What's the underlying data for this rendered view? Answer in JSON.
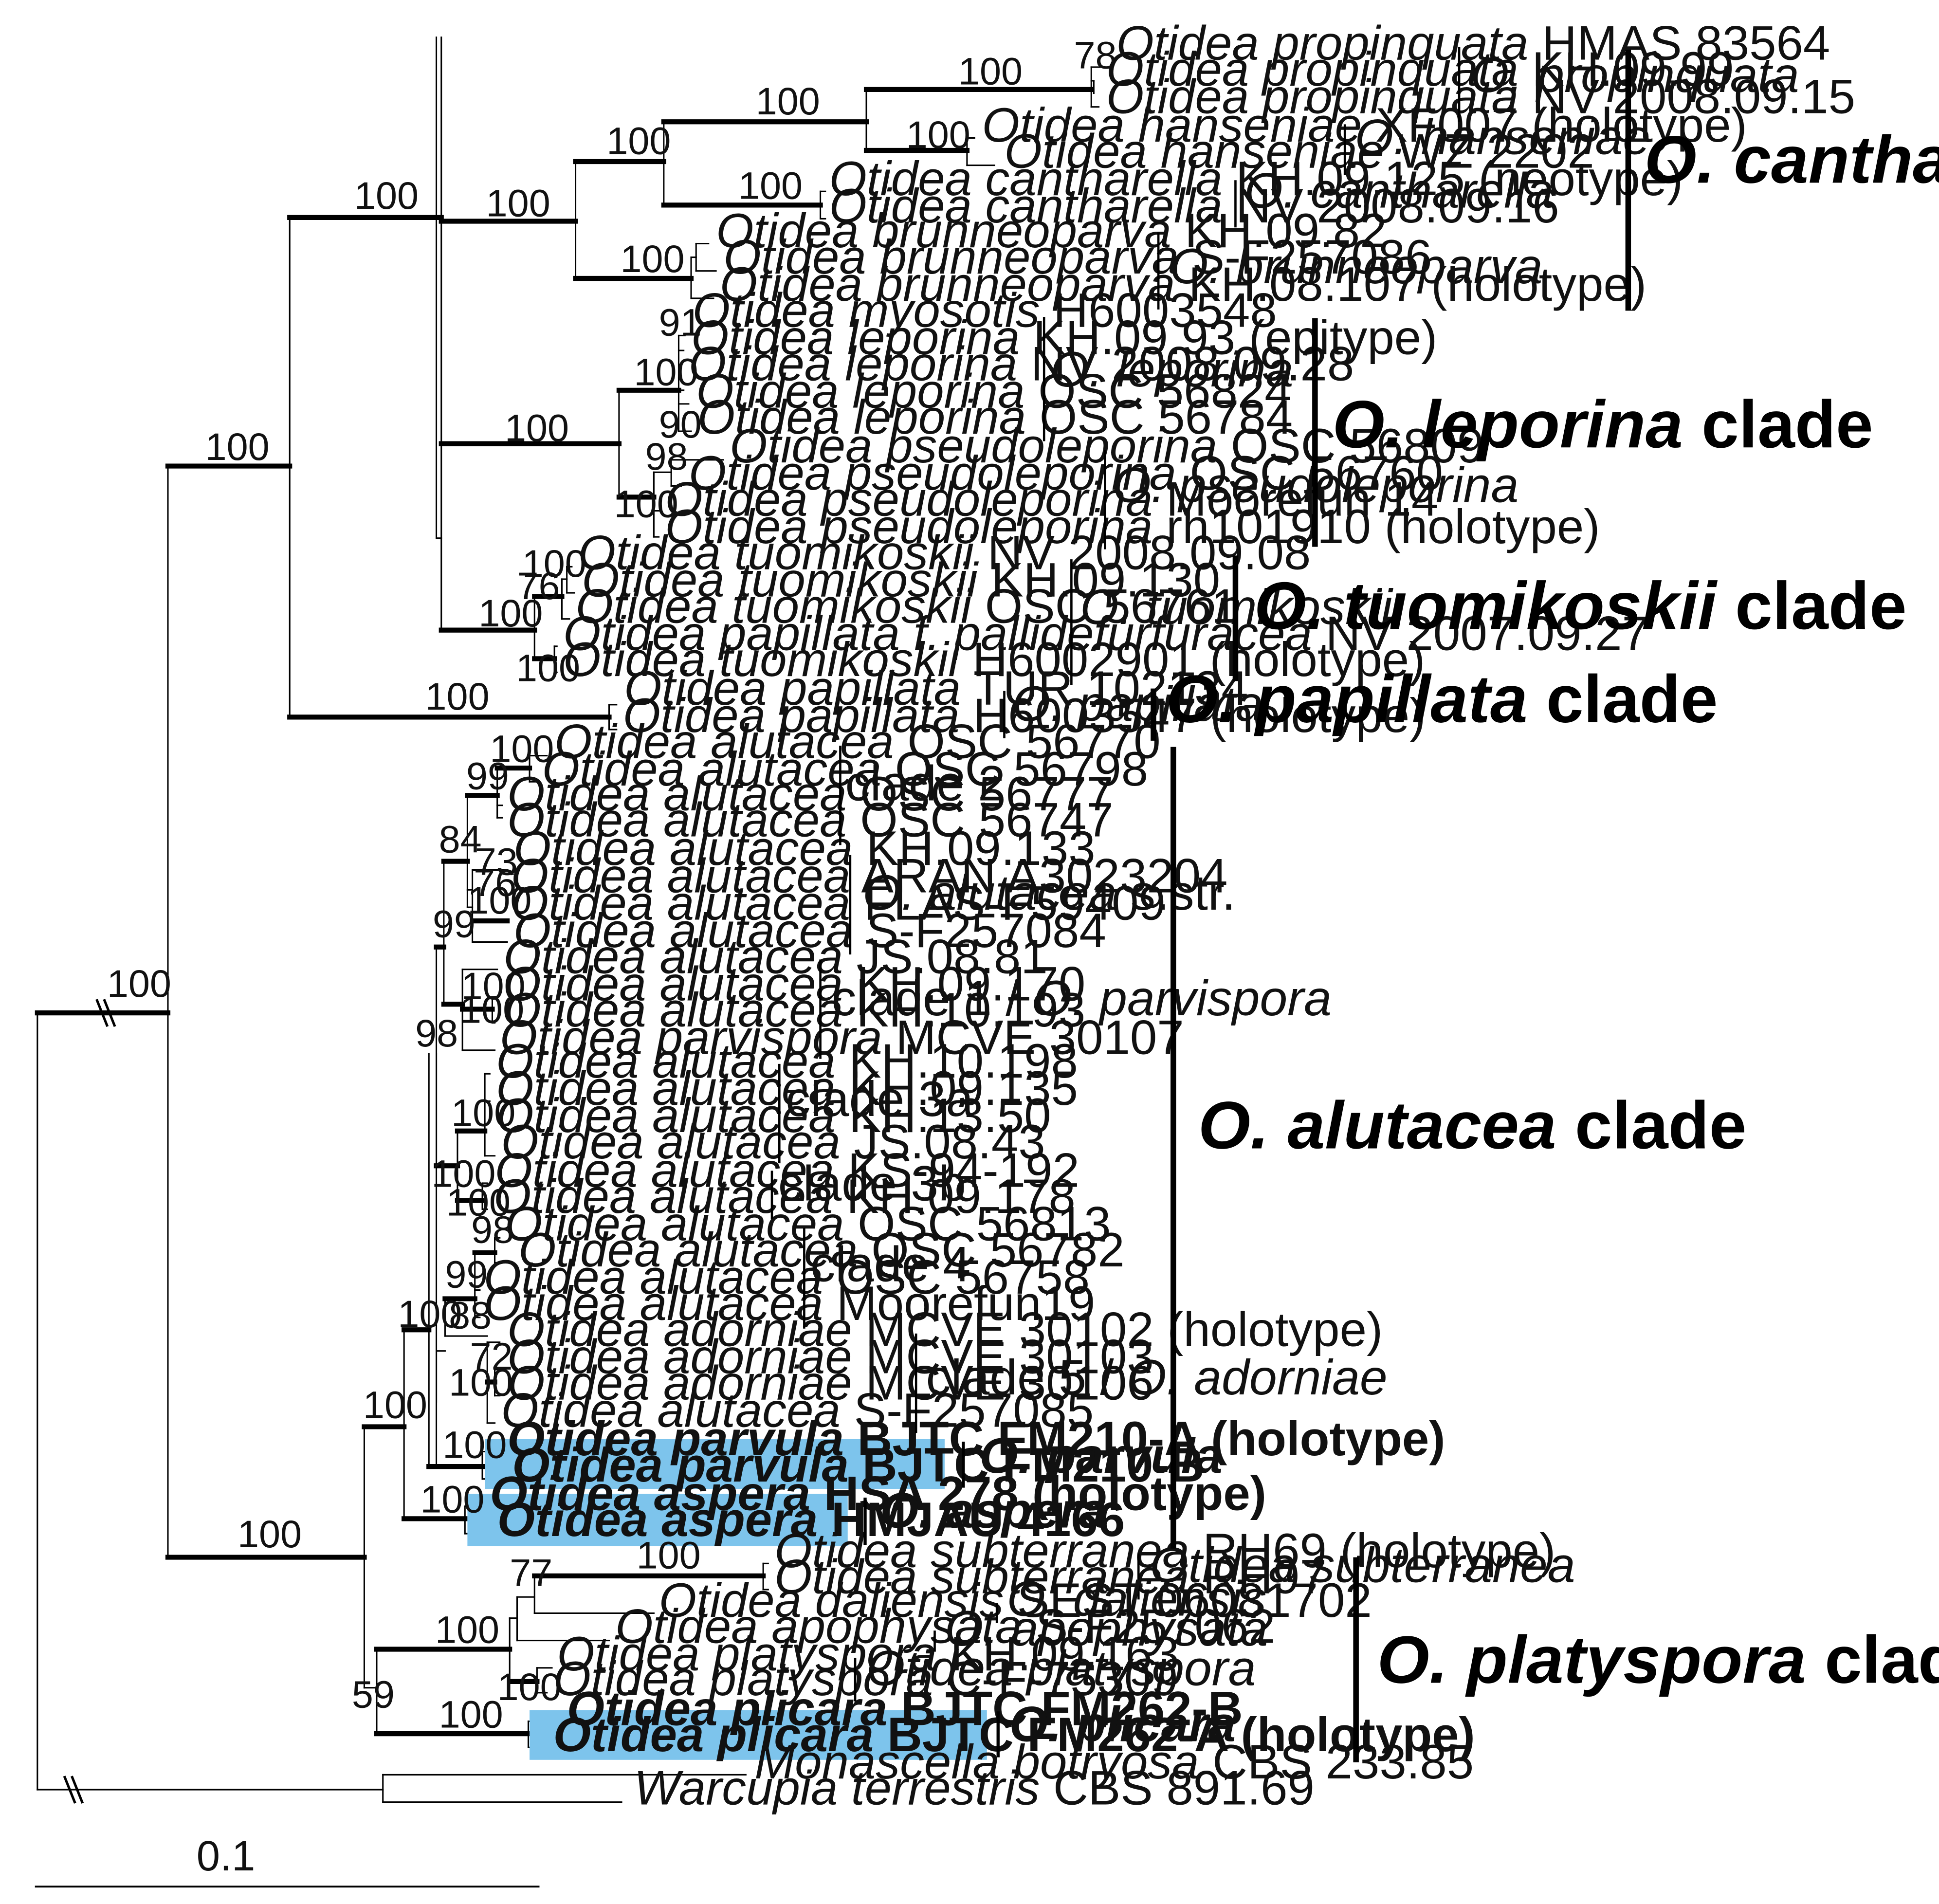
{
  "highlight_color": "#7dc4ec",
  "taxa": [
    {
      "id": "t1",
      "genus": "Otidea",
      "epithet": "propinquata",
      "rest": "HMAS 83564"
    },
    {
      "id": "t2",
      "genus": "Otidea",
      "epithet": "propinquata",
      "rest": "KH.09.99"
    },
    {
      "id": "t3",
      "genus": "Otidea",
      "epithet": "propinquata",
      "rest": "NV 2008.09.15"
    },
    {
      "id": "t4",
      "genus": "Otidea",
      "epithet": "hanseniae",
      "rest": "XF007 (holotype)"
    },
    {
      "id": "t5",
      "genus": "Otidea",
      "epithet": "hanseniae",
      "rest": "WZ 2202"
    },
    {
      "id": "t6",
      "genus": "Otidea",
      "epithet": "cantharella",
      "rest": "KH.09.125 (neotype)"
    },
    {
      "id": "t7",
      "genus": "Otidea",
      "epithet": "cantharella",
      "rest": "NV 2008.09.16"
    },
    {
      "id": "t8",
      "genus": "Otidea",
      "epithet": "brunneoparva",
      "rest": "KH.09.82"
    },
    {
      "id": "t9",
      "genus": "Otidea",
      "epithet": "brunneoparva",
      "rest": "S-F257086"
    },
    {
      "id": "t10",
      "genus": "Otidea",
      "epithet": "brunneoparva",
      "rest": "KH.08.107 (holotype)"
    },
    {
      "id": "t11",
      "genus": "Otidea",
      "epithet": "myosotis",
      "rest": "H6003548"
    },
    {
      "id": "t12",
      "genus": "Otidea",
      "epithet": "leporina",
      "rest": "KH.09.93 (epitype)"
    },
    {
      "id": "t13",
      "genus": "Otidea",
      "epithet": "leporina",
      "rest": "NV 2008.09.28"
    },
    {
      "id": "t14",
      "genus": "Otidea",
      "epithet": "leporina",
      "rest": "OSC 56824"
    },
    {
      "id": "t15",
      "genus": "Otidea",
      "epithet": "leporina",
      "rest": "OSC 56784"
    },
    {
      "id": "t16",
      "genus": "Otidea",
      "epithet": "pseudoleporina",
      "rest": "OSC 56809"
    },
    {
      "id": "t17",
      "genus": "Otidea",
      "epithet": "pseudoleporina",
      "rest": "OSC 56760"
    },
    {
      "id": "t18",
      "genus": "Otidea",
      "epithet": "pseudoleporina",
      "rest": "Moorefun 14"
    },
    {
      "id": "t19",
      "genus": "Otidea",
      "epithet": "pseudoleporina",
      "rest": "rh101910 (holotype)"
    },
    {
      "id": "t20",
      "genus": "Otidea",
      "epithet": "tuomikoskii",
      "rest": "NV 2008.09.08"
    },
    {
      "id": "t21",
      "genus": "Otidea",
      "epithet": "tuomikoskii",
      "rest": "KH.09.130"
    },
    {
      "id": "t22",
      "genus": "Otidea",
      "epithet": "tuomikoskii",
      "rest": "OSC 56761"
    },
    {
      "id": "t23",
      "genus": "Otidea",
      "epithet": "papillata f. pallidefurfuracea",
      "rest": "NV 2007.09.27"
    },
    {
      "id": "t24",
      "genus": "Otidea",
      "epithet": "tuomikoskii",
      "rest": "H6002901 (holotype)"
    },
    {
      "id": "t25",
      "genus": "Otidea",
      "epithet": "papillata",
      "rest": "TUR 102134"
    },
    {
      "id": "t26",
      "genus": "Otidea",
      "epithet": "papillata",
      "rest": "H6003547 (holotype)"
    },
    {
      "id": "t27",
      "genus": "Otidea",
      "epithet": "alutacea",
      "rest": "OSC 56770"
    },
    {
      "id": "t28",
      "genus": "Otidea",
      "epithet": "alutacea",
      "rest": "OSC 56798"
    },
    {
      "id": "t29",
      "genus": "Otidea",
      "epithet": "alutacea",
      "rest": "OSC 56777"
    },
    {
      "id": "t30",
      "genus": "Otidea",
      "epithet": "alutacea",
      "rest": "OSC 56747"
    },
    {
      "id": "t31",
      "genus": "Otidea",
      "epithet": "alutacea",
      "rest": "KH.09.133"
    },
    {
      "id": "t32",
      "genus": "Otidea",
      "epithet": "alutacea",
      "rest": "ARAN A3023204"
    },
    {
      "id": "t33",
      "genus": "Otidea",
      "epithet": "alutacea",
      "rest": "FLAS-F59409"
    },
    {
      "id": "t34",
      "genus": "Otidea",
      "epithet": "alutacea",
      "rest": "S-F257084"
    },
    {
      "id": "t35",
      "genus": "Otidea",
      "epithet": "alutacea",
      "rest": "JS.08.81"
    },
    {
      "id": "t36",
      "genus": "Otidea",
      "epithet": "alutacea",
      "rest": "KH.09.170"
    },
    {
      "id": "t37",
      "genus": "Otidea",
      "epithet": "alutacea",
      "rest": "KH.10.193"
    },
    {
      "id": "t38",
      "genus": "Otidea",
      "epithet": "parvispora",
      "rest": "MCVE 30107"
    },
    {
      "id": "t39",
      "genus": "Otidea",
      "epithet": "alutacea",
      "rest": "KH.10.198"
    },
    {
      "id": "t40",
      "genus": "Otidea",
      "epithet": "alutacea",
      "rest": "KH.09.135"
    },
    {
      "id": "t41",
      "genus": "Otidea",
      "epithet": "alutacea",
      "rest": "KH.13.50"
    },
    {
      "id": "t42",
      "genus": "Otidea",
      "epithet": "alutacea",
      "rest": "JS.08.43"
    },
    {
      "id": "t43",
      "genus": "Otidea",
      "epithet": "alutacea",
      "rest": "KS-94-192"
    },
    {
      "id": "t44",
      "genus": "Otidea",
      "epithet": "alutacea",
      "rest": "KH.09.178"
    },
    {
      "id": "t45",
      "genus": "Otidea",
      "epithet": "alutacea",
      "rest": "OSC 56813"
    },
    {
      "id": "t46",
      "genus": "Otidea",
      "epithet": "alutacea",
      "rest": "OSC 56782"
    },
    {
      "id": "t47",
      "genus": "Otidea",
      "epithet": "alutacea",
      "rest": "OSC 56758"
    },
    {
      "id": "t48",
      "genus": "Otidea",
      "epithet": "alutacea",
      "rest": "Moorefun19"
    },
    {
      "id": "t49",
      "genus": "Otidea",
      "epithet": "adorniae",
      "rest": "MCVE 30102 (holotype)"
    },
    {
      "id": "t50",
      "genus": "Otidea",
      "epithet": "adorniae",
      "rest": "MCVE 30103"
    },
    {
      "id": "t51",
      "genus": "Otidea",
      "epithet": "adorniae",
      "rest": "MCVE 30106"
    },
    {
      "id": "t52",
      "genus": "Otidea",
      "epithet": "alutacea",
      "rest": "S-F257085"
    },
    {
      "id": "t53",
      "genus": "Otidea",
      "epithet": "parvula",
      "rest": "BJTC FM210-A (holotype)",
      "highlight": true
    },
    {
      "id": "t54",
      "genus": "Otidea",
      "epithet": "parvula",
      "rest": "BJTC FM210-B",
      "highlight": true
    },
    {
      "id": "t55",
      "genus": "Otidea",
      "epithet": "aspera",
      "rest": "HSA 278 (holotype)",
      "highlight": true
    },
    {
      "id": "t56",
      "genus": "Otidea",
      "epithet": "aspera",
      "rest": "HMJAU 4166",
      "highlight": true
    },
    {
      "id": "t57",
      "genus": "Otidea",
      "epithet": "subterranea",
      "rest": "RH69 (holotype)"
    },
    {
      "id": "t58",
      "genus": "Otidea",
      "epithet": "subterranea",
      "rest": "RH97"
    },
    {
      "id": "t59",
      "genus": "Otidea",
      "epithet": "daliensis",
      "rest": "SEST 06081702"
    },
    {
      "id": "t60",
      "genus": "Otidea",
      "epithet": "apophysata",
      "rest": "S-F257062"
    },
    {
      "id": "t61",
      "genus": "Otidea",
      "epithet": "platyspora",
      "rest": "KH.09.163"
    },
    {
      "id": "t62",
      "genus": "Otidea",
      "epithet": "platyspora",
      "rest": "C-F-75309"
    },
    {
      "id": "t63",
      "genus": "Otidea",
      "epithet": "plicara",
      "rest": "BJTC FM262-B",
      "highlight": true
    },
    {
      "id": "t64",
      "genus": "Otidea",
      "epithet": "plicara",
      "rest": "BJTC FM262-A (holotype)",
      "highlight": true
    },
    {
      "id": "t65",
      "genus": "Monascella",
      "epithet": "botryosa",
      "rest": "CBS 233.85"
    },
    {
      "id": "t66",
      "genus": "Warcupia",
      "epithet": "terrestris",
      "rest": "CBS 891.69"
    }
  ],
  "bootstrap": [
    {
      "id": "b1",
      "value": "78"
    },
    {
      "id": "b2",
      "value": "100"
    },
    {
      "id": "b3",
      "value": "100"
    },
    {
      "id": "b4",
      "value": "100"
    },
    {
      "id": "b5",
      "value": "100"
    },
    {
      "id": "b6",
      "value": "100"
    },
    {
      "id": "b7",
      "value": "100"
    },
    {
      "id": "b8",
      "value": "100"
    },
    {
      "id": "b9",
      "value": "100"
    },
    {
      "id": "b10",
      "value": "91"
    },
    {
      "id": "b11",
      "value": "100"
    },
    {
      "id": "b12",
      "value": "90"
    },
    {
      "id": "b13",
      "value": "100"
    },
    {
      "id": "b14",
      "value": "98"
    },
    {
      "id": "b15",
      "value": "100"
    },
    {
      "id": "b16",
      "value": "100"
    },
    {
      "id": "b17",
      "value": "76"
    },
    {
      "id": "b18",
      "value": "100"
    },
    {
      "id": "b19",
      "value": "100"
    },
    {
      "id": "b20",
      "value": "100"
    },
    {
      "id": "b21",
      "value": "100"
    },
    {
      "id": "b22",
      "value": "100"
    },
    {
      "id": "b23",
      "value": "99"
    },
    {
      "id": "b24",
      "value": "84"
    },
    {
      "id": "b25",
      "value": "73"
    },
    {
      "id": "b26",
      "value": "76"
    },
    {
      "id": "b27",
      "value": "100"
    },
    {
      "id": "b28",
      "value": "99"
    },
    {
      "id": "b29",
      "value": "100"
    },
    {
      "id": "b30",
      "value": "100"
    },
    {
      "id": "b31",
      "value": "98"
    },
    {
      "id": "b32",
      "value": "100"
    },
    {
      "id": "b33",
      "value": "100"
    },
    {
      "id": "b34",
      "value": "100"
    },
    {
      "id": "b35",
      "value": "98"
    },
    {
      "id": "b36",
      "value": "99"
    },
    {
      "id": "b37",
      "value": "88"
    },
    {
      "id": "b38",
      "value": "100"
    },
    {
      "id": "b39",
      "value": "72"
    },
    {
      "id": "b40",
      "value": "100"
    },
    {
      "id": "b41",
      "value": "100"
    },
    {
      "id": "b42",
      "value": "100"
    },
    {
      "id": "b43",
      "value": "100"
    },
    {
      "id": "b44",
      "value": "100"
    },
    {
      "id": "b45",
      "value": "100"
    },
    {
      "id": "b46",
      "value": "77"
    },
    {
      "id": "b47",
      "value": "100"
    },
    {
      "id": "b48",
      "value": "100"
    },
    {
      "id": "b49",
      "value": "59"
    },
    {
      "id": "b50",
      "value": "100"
    }
  ],
  "species_groups": [
    {
      "id": "g1",
      "italic": "O. propinquata",
      "suffix": ""
    },
    {
      "id": "g2",
      "italic": "O. hanseniae",
      "suffix": ""
    },
    {
      "id": "g3",
      "italic": "O. cantharella",
      "suffix": ""
    },
    {
      "id": "g4",
      "italic": "O. brunneoparva",
      "suffix": ""
    },
    {
      "id": "g5",
      "italic": "O. leporina",
      "suffix": ""
    },
    {
      "id": "g6",
      "italic": "O. pseudoleporina",
      "suffix": ""
    },
    {
      "id": "g7",
      "italic": "O. tuomikoskii",
      "suffix": ""
    },
    {
      "id": "g8",
      "italic": "O. papillata",
      "suffix": ""
    },
    {
      "id": "g9",
      "prefix": "clade 2"
    },
    {
      "id": "g10",
      "italic": "O. alutacea",
      "suffix": " s.str."
    },
    {
      "id": "g11",
      "prefix": "clade 1 / ",
      "italic": "O. parvispora"
    },
    {
      "id": "g12",
      "prefix": "clade 3a"
    },
    {
      "id": "g13",
      "prefix": "clade 3b"
    },
    {
      "id": "g14",
      "prefix": "clade 4"
    },
    {
      "id": "g15",
      "prefix": "clade 5 / ",
      "italic": "O. adorniae"
    },
    {
      "id": "g16",
      "italic": "O. parvula",
      "bold": true
    },
    {
      "id": "g17",
      "italic": "O. aspera",
      "bold": true
    },
    {
      "id": "g18",
      "italic": "Otidea subterranea"
    },
    {
      "id": "g19",
      "italic": "O. daliensis"
    },
    {
      "id": "g20",
      "italic": "O. apophysata"
    },
    {
      "id": "g21",
      "italic": "Otidea platyspora"
    },
    {
      "id": "g22",
      "italic": "O. plicara",
      "bold": true
    }
  ],
  "major_clades": [
    {
      "id": "c1",
      "italic": "O. cantharella",
      "suffix": " clade"
    },
    {
      "id": "c2",
      "italic": "O. leporina",
      "suffix": " clade"
    },
    {
      "id": "c3",
      "italic": "O. tuomikoskii",
      "suffix": " clade"
    },
    {
      "id": "c4",
      "italic": "O. papillata",
      "suffix": " clade"
    },
    {
      "id": "c5",
      "italic": "O. alutacea",
      "suffix": " clade"
    },
    {
      "id": "c6",
      "italic": "O. platyspora",
      "suffix": " clade"
    }
  ],
  "scale_bar": {
    "label": "0.1"
  }
}
